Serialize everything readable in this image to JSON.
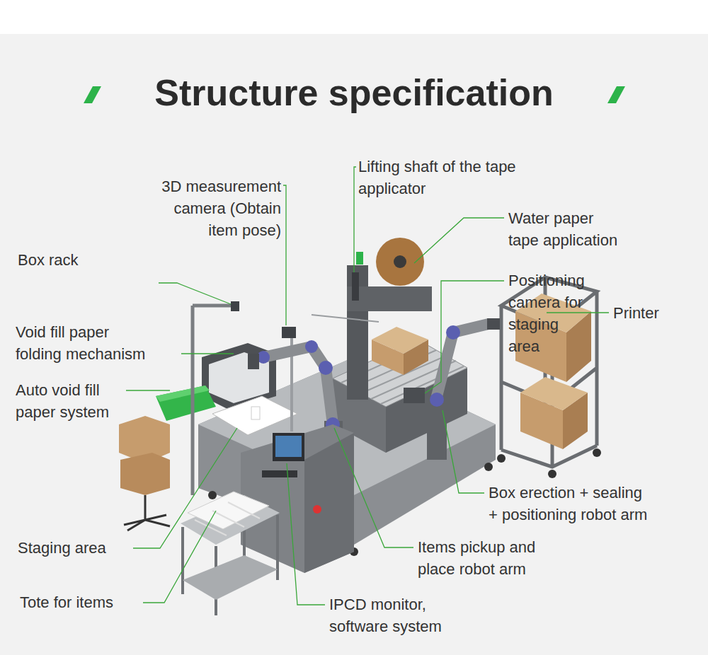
{
  "diagram": {
    "title": "Structure specification",
    "labels": [
      "3D measurement camera (Obtain item pose)",
      "Lifting shaft of the tape applicator",
      "Water paper tape application",
      "Positioning camera for staging area",
      "Printer",
      "Box rack",
      "Void fill paper folding mechanism",
      "Auto void fill paper system",
      "Box erection + sealing + positioning robot arm",
      "Items pickup and place robot arm",
      "Staging area",
      "Tote for items",
      "IPCD monitor, software system"
    ]
  }
}
